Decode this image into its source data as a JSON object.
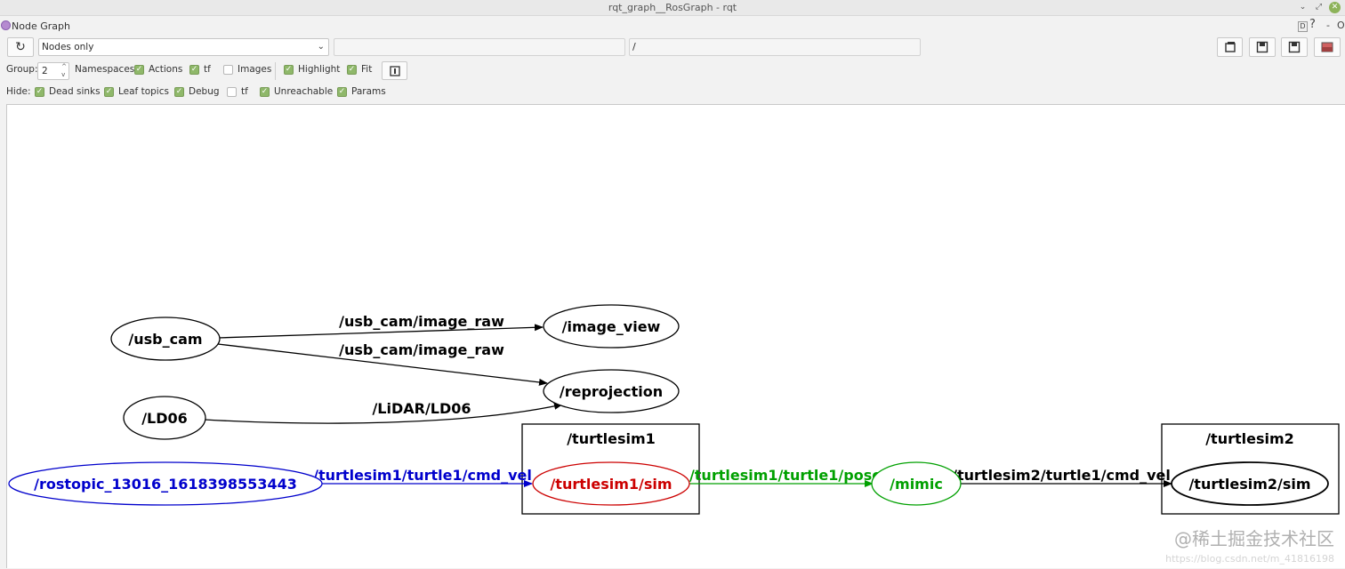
{
  "window": {
    "title": "rqt_graph__RosGraph - rqt",
    "minimize_icon": "minimize-icon",
    "restore_icon": "restore-icon",
    "close_icon": "close-icon"
  },
  "plugin": {
    "title": "Node Graph",
    "d_label": "D",
    "help_label": "?",
    "minus_label": "-",
    "o_label": "O"
  },
  "toolbar": {
    "refresh_icon": "refresh-icon",
    "graph_type": "Nodes only",
    "filter_value": "",
    "topic_filter_value": "/",
    "right_icons": [
      "fit-view-icon",
      "save-dot-icon",
      "save-svg-icon",
      "save-image-icon"
    ]
  },
  "options": {
    "group_label": "Group:",
    "group_value": "2",
    "items": [
      {
        "label": "Namespaces",
        "checked": true
      },
      {
        "label": "Actions",
        "checked": true
      },
      {
        "label": "tf",
        "checked": false
      },
      {
        "label": "Images",
        "checked": true
      },
      {
        "label": "Highlight",
        "checked": true
      },
      {
        "label": "Fit",
        "checked": true
      }
    ]
  },
  "hide": {
    "label": "Hide:",
    "items": [
      {
        "label": "Dead sinks",
        "checked": true
      },
      {
        "label": "Leaf topics",
        "checked": true
      },
      {
        "label": "Debug",
        "checked": true
      },
      {
        "label": "tf",
        "checked": false
      },
      {
        "label": "Unreachable",
        "checked": true
      },
      {
        "label": "Params",
        "checked": true
      }
    ]
  },
  "graph": {
    "nodes": {
      "usb_cam": "/usb_cam",
      "image_view": "/image_view",
      "reprojection": "/reprojection",
      "ld06": "/LD06",
      "rostopic": "/rostopic_13016_1618398553443",
      "turtlesim1_sim": "/turtlesim1/sim",
      "mimic": "/mimic",
      "turtlesim2_sim": "/turtlesim2/sim"
    },
    "groups": {
      "turtlesim1": "/turtlesim1",
      "turtlesim2": "/turtlesim2"
    },
    "edges": {
      "usb_to_view": "/usb_cam/image_raw",
      "usb_to_reproj": "/usb_cam/image_raw",
      "lidar": "/LiDAR/LD06",
      "cmd_vel1": "/turtlesim1/turtle1/cmd_vel",
      "pose": "/turtlesim1/turtle1/pose",
      "cmd_vel2": "/turtlesim2/turtle1/cmd_vel"
    },
    "colors": {
      "blue": "#0000cc",
      "red": "#cc0000",
      "green": "#00a000",
      "black": "#000000"
    }
  },
  "watermark": {
    "text": "@稀土掘金技术社区",
    "url": "https://blog.csdn.net/m_41816198"
  }
}
